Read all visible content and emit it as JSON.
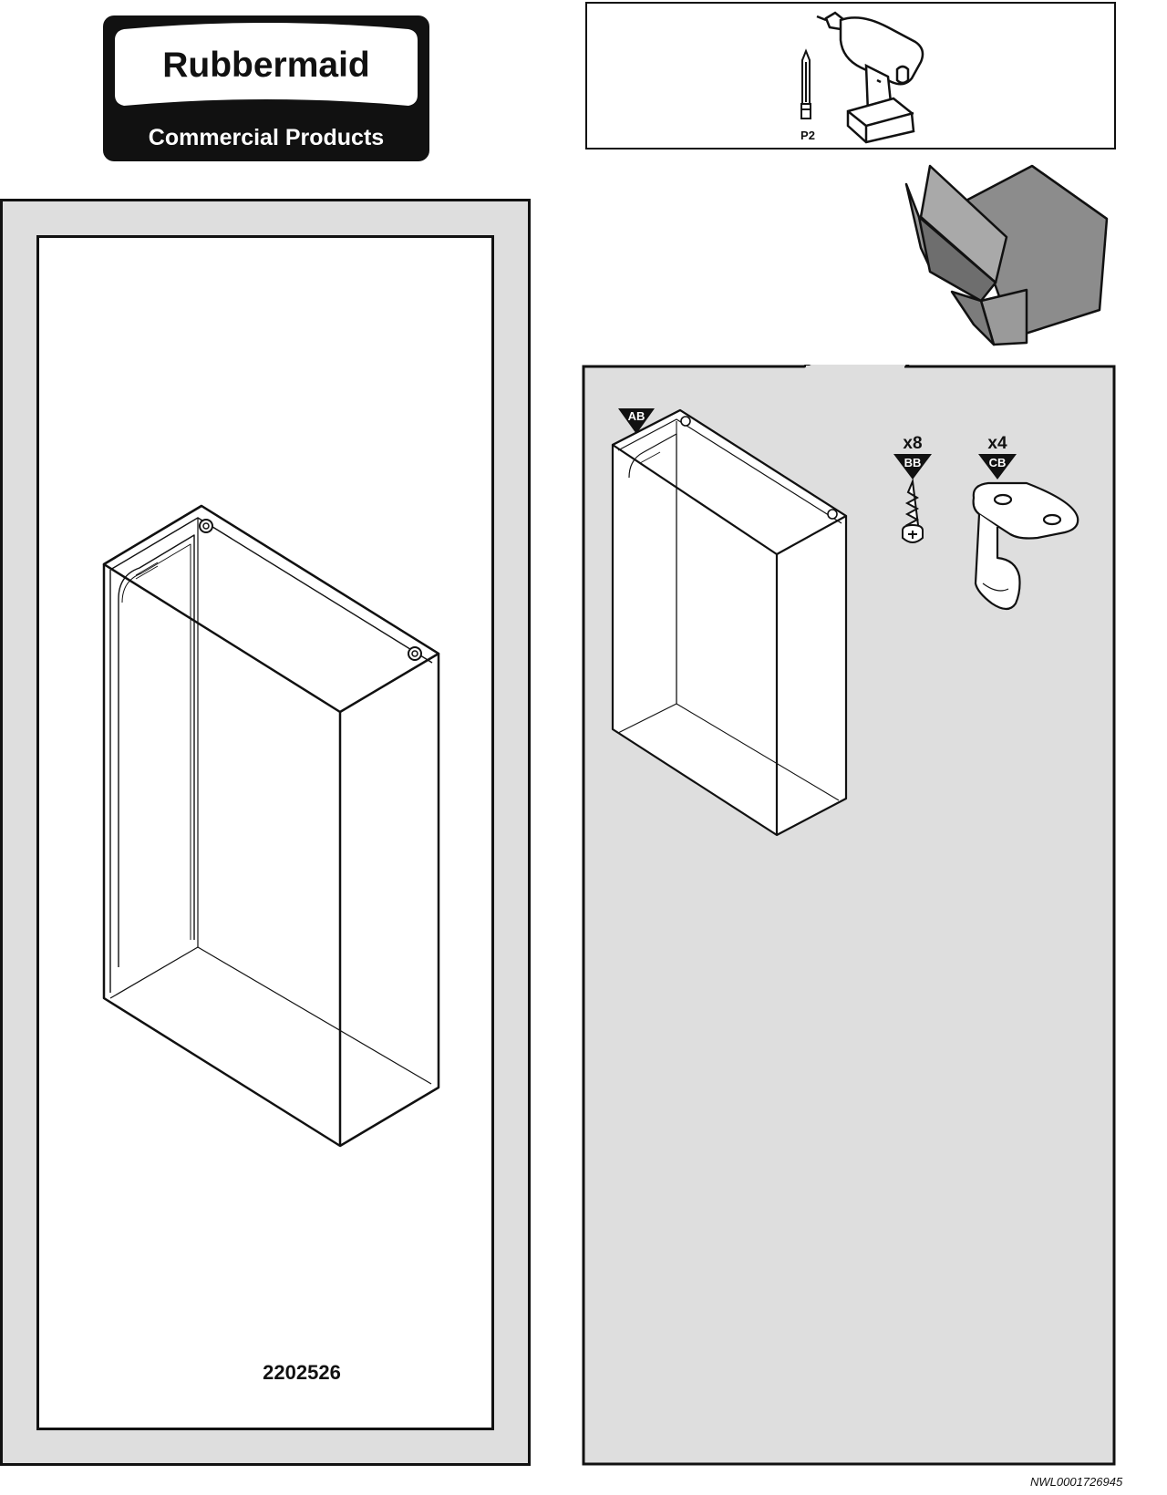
{
  "logo": {
    "brand": "Rubbermaid",
    "registered_mark": "®",
    "subtitle": "Commercial Products"
  },
  "tools": {
    "bit_label": "P2",
    "bit_icon": "phillips-bit-icon",
    "drill_icon": "cordless-drill-icon"
  },
  "main_panel": {
    "part_number": "2202526"
  },
  "parts_panel": {
    "items": [
      {
        "tag": "AB",
        "quantity": "",
        "icon": "cabinet-icon"
      },
      {
        "tag": "BB",
        "quantity": "x8",
        "icon": "screw-icon"
      },
      {
        "tag": "CB",
        "quantity": "x4",
        "icon": "bracket-icon"
      }
    ]
  },
  "footer": {
    "doc_id": "NWL0001726945"
  },
  "colors": {
    "panel_gray": "#dedede",
    "line": "#111111",
    "box_dark": "#8c8c8c"
  }
}
